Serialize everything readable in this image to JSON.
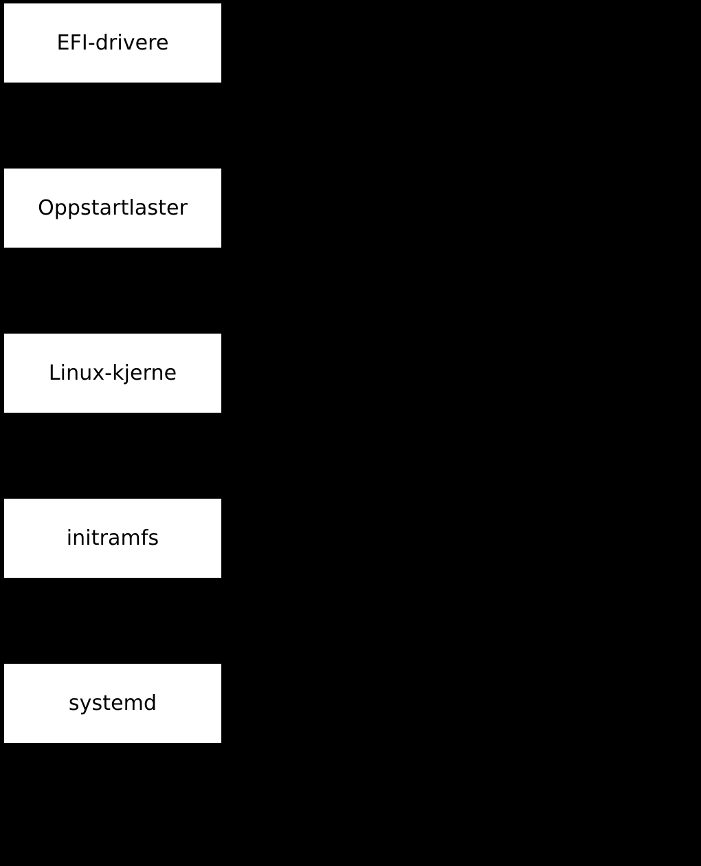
{
  "diagram": {
    "title": "",
    "background_color": "#000000",
    "node_fill_color": "#ffffff",
    "node_text_color": "#000000",
    "orientation": "vertical",
    "nodes": [
      {
        "id": "efi-drivere",
        "label": "EFI-drivere"
      },
      {
        "id": "oppstartlaster",
        "label": "Oppstartlaster"
      },
      {
        "id": "linux-kjerne",
        "label": "Linux-kjerne"
      },
      {
        "id": "initramfs",
        "label": "initramfs"
      },
      {
        "id": "systemd",
        "label": "systemd"
      }
    ]
  }
}
